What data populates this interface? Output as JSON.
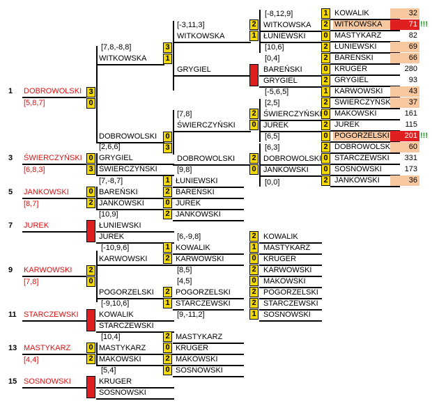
{
  "marks": {
    "excl": "!!!"
  },
  "seeds": {
    "s1": "1",
    "s3": "3",
    "s5": "5",
    "s7": "7",
    "s9": "9",
    "s11": "11",
    "s13": "13",
    "s15": "15"
  },
  "left": {
    "p1": {
      "name": "DOBROWOLSKI",
      "note": "[5,8,7]",
      "sa": "3",
      "sb": "0"
    },
    "p3": {
      "name": "ŚWIERCZYŃSKI",
      "note": "[6,8,3]"
    },
    "p5": {
      "name": "JANKOWSKI",
      "note": "[8,7]"
    },
    "p7": {
      "name": "JUREK"
    },
    "p9": {
      "name": "KARWOWSKI",
      "note": "[7,8]",
      "sa": "2",
      "sb": "0"
    },
    "p11": {
      "name": "STARCZEWSKI"
    },
    "p13": {
      "name": "MASTYKARZ",
      "note": "[4,4]"
    },
    "p15": {
      "name": "SOSNOWSKI"
    }
  },
  "r1": {
    "m2": {
      "note": "[2,6,6]",
      "a": "GRYGIEL",
      "as": "0",
      "b": "ŚWIERCZYŃSKI",
      "bs": "3"
    },
    "m3": {
      "note": "[7,-8,7]",
      "a": "BAREŃSKI",
      "as": "0",
      "b": "JANKOWSKI",
      "bs": "2"
    },
    "m4": {
      "note": "[10,9]",
      "a": "ŁUNIEWSKI",
      "b": "JUREK"
    },
    "m5": {
      "note": "[-10,9,6]",
      "a": "KARWOWSKI"
    },
    "m6": {
      "b": "POGORZELSKI"
    },
    "m7": {
      "note": "[-9,10,6]",
      "a": "KOWALIK",
      "b": "STARCZEWSKI"
    },
    "m8": {
      "note": "[10,4]",
      "a": "MASTYKARZ",
      "as": "0",
      "b": "MAKOWSKI",
      "bs": "2"
    },
    "m9": {
      "note": "[5,4]",
      "a": "KRUGER",
      "b": "SOSNOWSKI"
    }
  },
  "r2": {
    "m1": {
      "note": "[7,8,-8,8]",
      "a": "WITKOWSKA",
      "as": "3",
      "bs": "1"
    },
    "m2": {
      "a": "DOBROWOLSKI",
      "as": "0",
      "bs": "3"
    },
    "m3": {
      "a": "ŁUNIEWSKI",
      "as": "1",
      "b": "BAREŃSKI",
      "bs": "2"
    },
    "m4": {
      "a": "JUREK",
      "as": "0",
      "b": "JANKOWSKI",
      "bs": "2"
    },
    "m5": {
      "note": "[6,-9,8]",
      "a": "KOWALIK",
      "as": "1",
      "b": "KARWOWSKI",
      "bs": "2"
    },
    "m6": {
      "a": "POGORZELSKI",
      "as": "2",
      "b": "STARCZEWSKI",
      "bs": "1",
      "note": "[4,5]"
    },
    "m7": {
      "a": "MASTYKARZ",
      "as": "2",
      "b": "KRUGER",
      "bs": "0"
    },
    "m8": {
      "a": "MAKOWSKI",
      "as": "2",
      "b": "SOSNOWSKI",
      "bs": "0",
      "note": "[9,-11,2]"
    }
  },
  "r3": {
    "m1": {
      "note": "[-3,11,3]",
      "a": "WITKOWSKA",
      "b": "GRYGIEL"
    },
    "m2": {
      "note": "[7,8]",
      "a": "ŚWIERCZYŃSKI",
      "b": "DOBROWOLSKI",
      "as": "2",
      "bs": "0",
      "bnote": "[9,8]"
    },
    "m3": {
      "a": "KOWALIK",
      "as": "2",
      "b": "MASTYKARZ",
      "bs": "1",
      "note": "[8,5]"
    },
    "m4": {
      "a": "KRUGER",
      "as": "0",
      "b": "KARWOWSKI",
      "bs": "2"
    },
    "m5": {
      "a": "MAKOWSKI",
      "as": "0",
      "b": "POGORZELSKI",
      "bs": "2"
    },
    "m6": {
      "a": "STARCZEWSKI",
      "as": "2",
      "b": "SOSNOWSKI",
      "bs": "1"
    }
  },
  "r4": {
    "m1": {
      "note": "[-8,12,9]",
      "a": "WITKOWSKA",
      "as": "2",
      "b": "ŁUNIEWSKI",
      "bs": "1"
    },
    "m2": {
      "note": "[10,6]",
      "a": "BAREŃSKI",
      "b": "GRYGIEL",
      "bnote": "[0,4]"
    },
    "m3": {
      "note": "[-5,6,5]",
      "a": "ŚWIERCZYŃSKI",
      "as": "2",
      "b": "JUREK",
      "bs": "0",
      "bnote": "[2,5]"
    },
    "m4": {
      "note": "[6,5]",
      "a": "DOBROWOLSKI",
      "as": "2",
      "b": "JANKOWSKI",
      "bs": "0",
      "bnote": "[6,3]",
      "cnote": "[0,0]"
    }
  },
  "standings": [
    {
      "score": "1",
      "name": "KOWALIK",
      "pts": "32",
      "hl": "peach"
    },
    {
      "score": "2",
      "name": "WITKOWSKA",
      "pts": "71",
      "hl": "red",
      "excl": true
    },
    {
      "score": "0",
      "name": "MASTYKARZ",
      "pts": "82"
    },
    {
      "score": "2",
      "name": "ŁUNIEWSKI",
      "pts": "69",
      "hl": "peach"
    },
    {
      "score": "2",
      "name": "BAREŃSKI",
      "pts": "66",
      "hl": "peach"
    },
    {
      "score": "0",
      "name": "KRUGER",
      "pts": "280"
    },
    {
      "score": "2",
      "name": "GRYGIEL",
      "pts": "93"
    },
    {
      "score": "1",
      "name": "KARWOWSKI",
      "pts": "43",
      "hl": "peach"
    },
    {
      "score": "2",
      "name": "ŚWIERCZYŃSKI",
      "pts": "37",
      "hl": "peach"
    },
    {
      "score": "0",
      "name": "MAKOWSKI",
      "pts": "161"
    },
    {
      "score": "2",
      "name": "JUREK",
      "pts": "115"
    },
    {
      "score": "0",
      "name": "POGORZELSKI",
      "pts": "201",
      "hl": "red",
      "excl": true
    },
    {
      "score": "2",
      "name": "DOBROWOLSKI",
      "pts": "60",
      "hl": "peach"
    },
    {
      "score": "0",
      "name": "STARCZEWSKI",
      "pts": "331"
    },
    {
      "score": "0",
      "name": "SOSNOWSKI",
      "pts": "173"
    },
    {
      "score": "2",
      "name": "JANKOWSKI",
      "pts": "36",
      "hl": "peach"
    }
  ]
}
